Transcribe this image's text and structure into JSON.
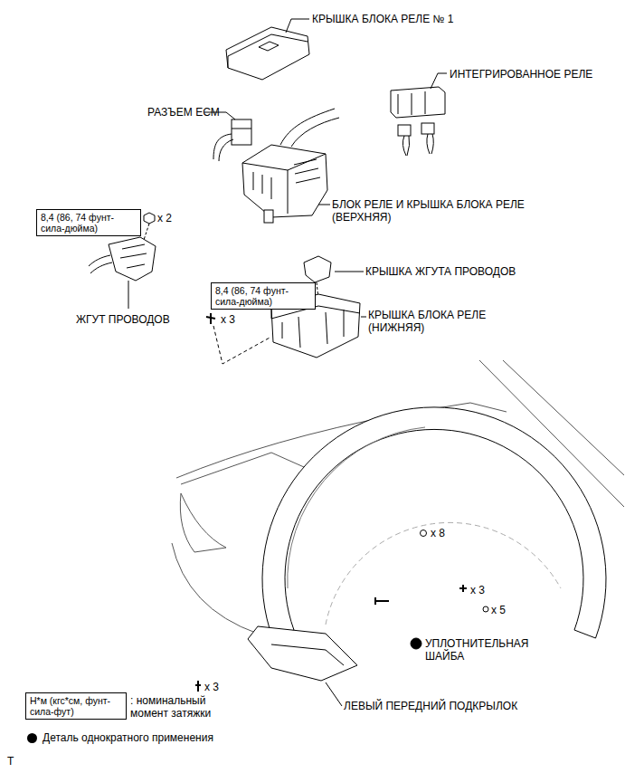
{
  "diagram": {
    "nodes": [
      {
        "text": [
          "8,4 (86, 74 фунт-сила-дюйма)"
        ]
      },
      {
        "text": [
          "8,4 (86, 74 фунт-сила-дюйма)"
        ]
      },
      {
        "text": [
          "Н*м (кгс*см, фунт-сила-фут)"
        ]
      }
    ],
    "labels": [
      "КРЫШКА БЛОКА РЕЛЕ № 1",
      "ИНТЕГРИРОВАННОЕ РЕЛЕ",
      "РАЗЪЕМ ECM",
      "БЛОК РЕЛЕ И КРЫШКА БЛОКА РЕЛЕ (ВЕРХНЯЯ)",
      "x 2",
      "ЖГУТ ПРОВОДОВ",
      "КРЫШКА ЖГУТА ПРОВОДОВ",
      "x 3",
      "КРЫШКА БЛОКА РЕЛЕ (НИЖНЯЯ)",
      "x 8",
      "x 3",
      "x 5",
      "УПЛОТНИТЕЛЬНАЯ ШАЙБА",
      "x 3",
      ": номинальный момент затяжки",
      "ЛЕВЫЙ ПЕРЕДНИЙ ПОДКРЫЛОК",
      "T"
    ],
    "legend": [
      {
        "text": "Деталь однократного применения"
      }
    ]
  }
}
